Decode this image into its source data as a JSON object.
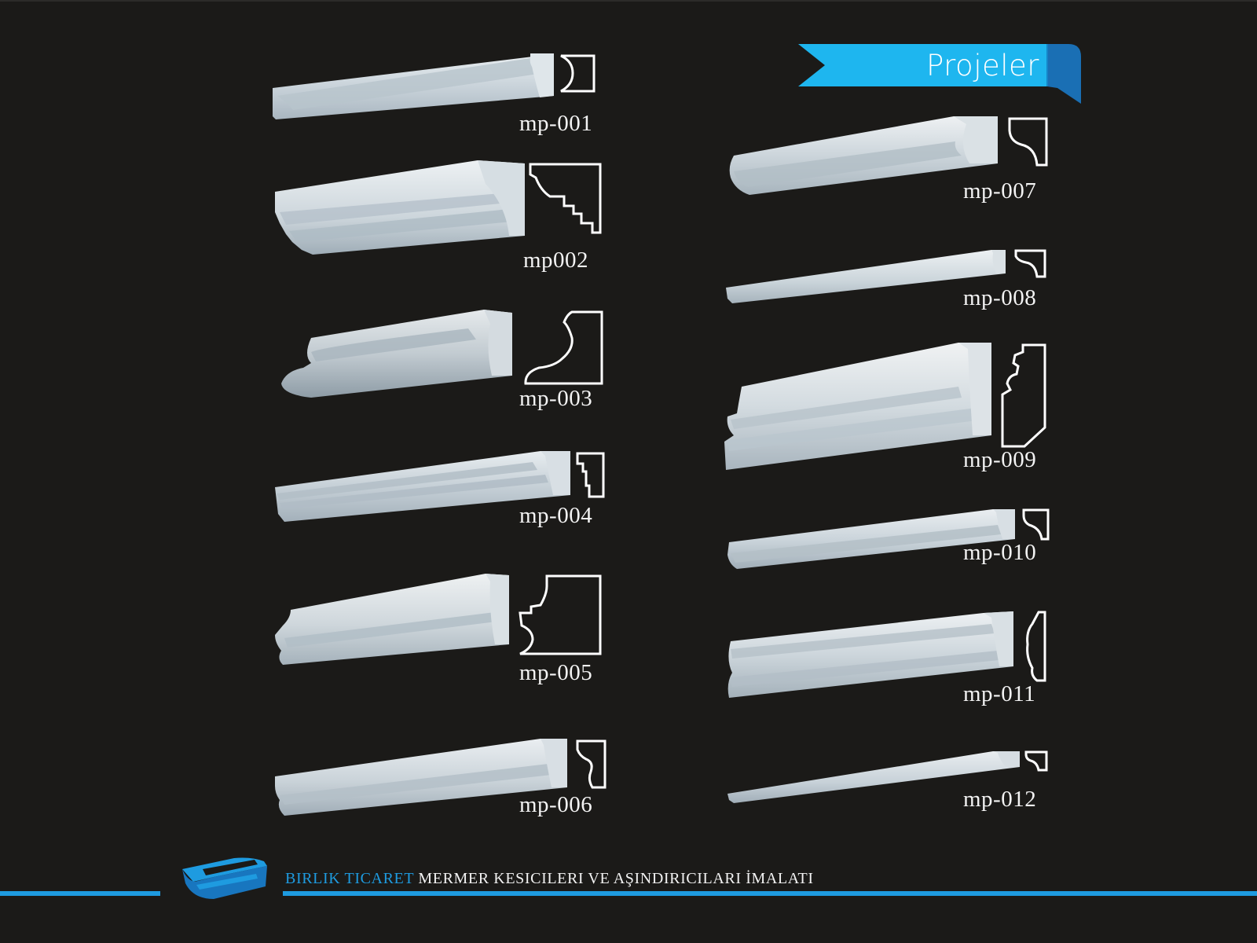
{
  "banner": {
    "title": "Projeler",
    "color": "#1eb6ef",
    "accent": "#1a6fb4"
  },
  "products_left": [
    {
      "code": "mp-001"
    },
    {
      "code": "mp002"
    },
    {
      "code": "mp-003"
    },
    {
      "code": "mp-004"
    },
    {
      "code": "mp-005"
    },
    {
      "code": "mp-006"
    }
  ],
  "products_right": [
    {
      "code": "mp-007"
    },
    {
      "code": "mp-008"
    },
    {
      "code": "mp-009"
    },
    {
      "code": "mp-010"
    },
    {
      "code": "mp-011"
    },
    {
      "code": "mp-012"
    }
  ],
  "footer": {
    "brand_part1": "BIRLIK",
    "brand_part2": "TICARET",
    "tagline": "MERMER KESICILERI VE AŞINDIRICILARI İMALATI",
    "line_color": "#1e9be0",
    "logo_icon": "birlik-logo-icon"
  },
  "colors": {
    "background": "#1b1a18",
    "marble": "#d9e0e6",
    "text": "#f3f3f3"
  }
}
